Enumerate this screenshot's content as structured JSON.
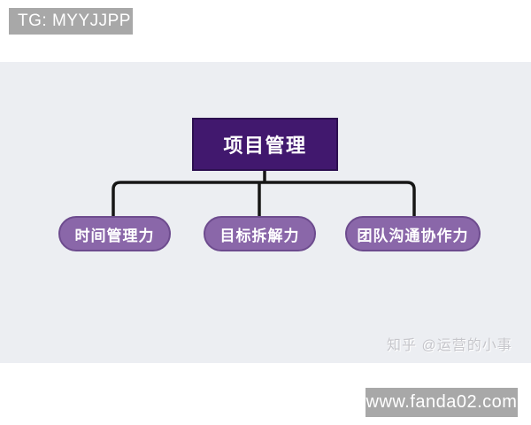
{
  "badge": {
    "label": "TG: MYYJJPP"
  },
  "diagram": {
    "root": {
      "label": "项目管理"
    },
    "children": [
      {
        "label": "时间管理力"
      },
      {
        "label": "目标拆解力"
      },
      {
        "label": "团队沟通协作力"
      }
    ]
  },
  "watermark": {
    "text": "知乎 @运营的小事"
  },
  "footer": {
    "url": "www.fanda02.com"
  },
  "colors": {
    "root_fill": "#41186e",
    "root_border": "#2c0f50",
    "child_fill": "#8a67a9",
    "child_border": "#6d4b8e",
    "panel_bg": "#eceef2",
    "badge_bg": "#a8a8a8",
    "connector": "#161616",
    "watermark_text": "#c6c6cb",
    "node_text": "#ffffff"
  }
}
